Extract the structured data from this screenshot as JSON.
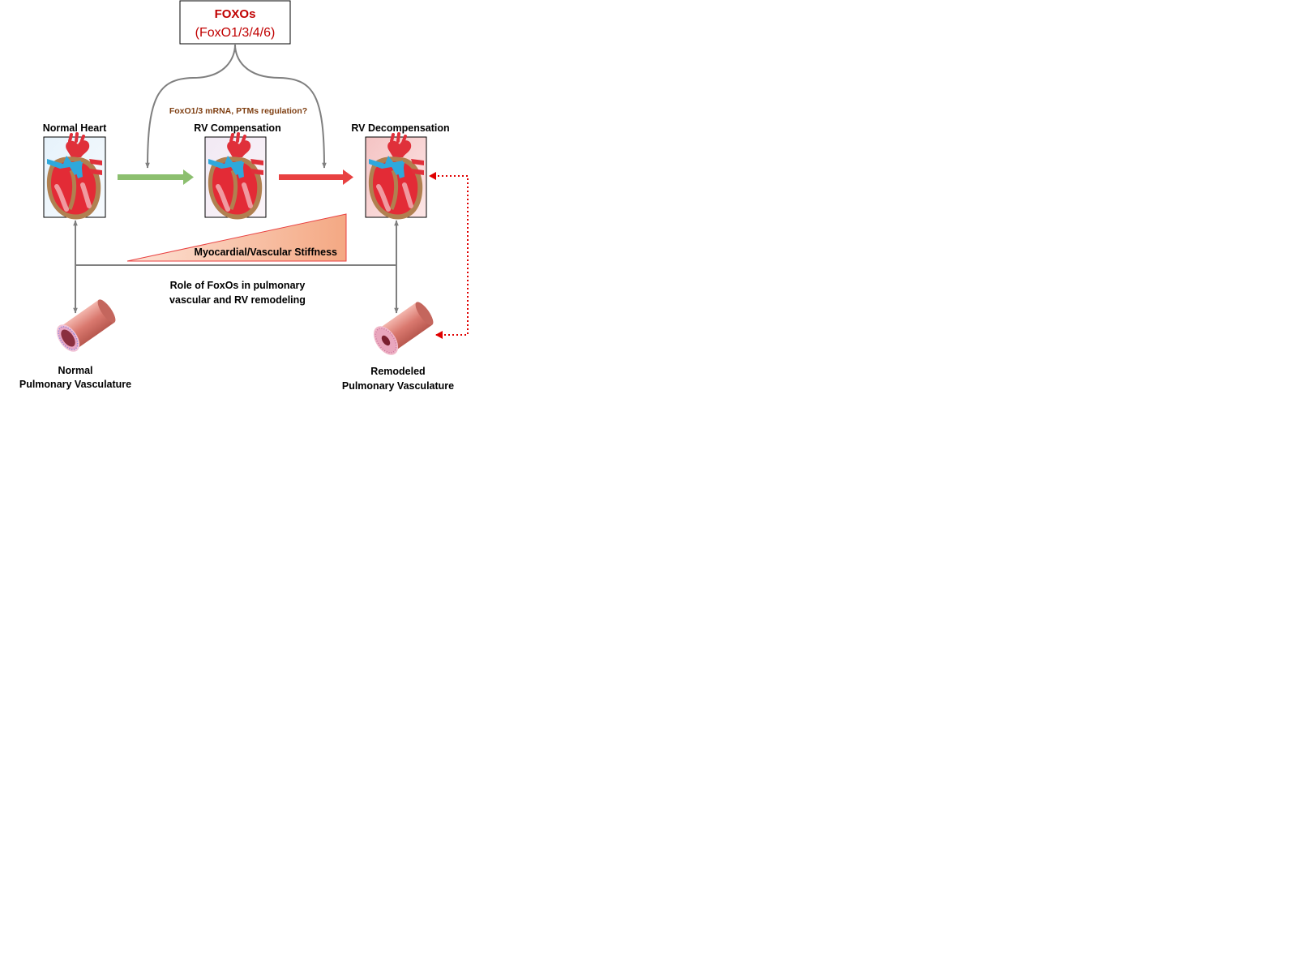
{
  "foxos_box": {
    "title": "FOXOs",
    "subtitle": "(FoxO1/3/4/6)"
  },
  "regulation_label": "FoxO1/3 mRNA, PTMs regulation?",
  "stages": [
    {
      "label": "Normal Heart"
    },
    {
      "label": "RV Compensation"
    },
    {
      "label": "RV Decompensation"
    }
  ],
  "stiffness_label": "Myocardial/Vascular Stiffness",
  "role_label": {
    "line1": "Role of FoxOs in pulmonary",
    "line2": "vascular and RV remodeling"
  },
  "vessels": [
    {
      "line1": "Normal",
      "line2": "Pulmonary Vasculature"
    },
    {
      "line1": "Remodeled",
      "line2": "Pulmonary Vasculature"
    }
  ],
  "colors": {
    "foxo_text": "#c00000",
    "regulation_text": "#7f3f12",
    "progression_green": "#8cbf6f",
    "progression_red": "#e84141",
    "stiffness_fill": "#f6b18f",
    "connector_gray": "#7f7f7f",
    "feedback_red": "#e00000"
  }
}
